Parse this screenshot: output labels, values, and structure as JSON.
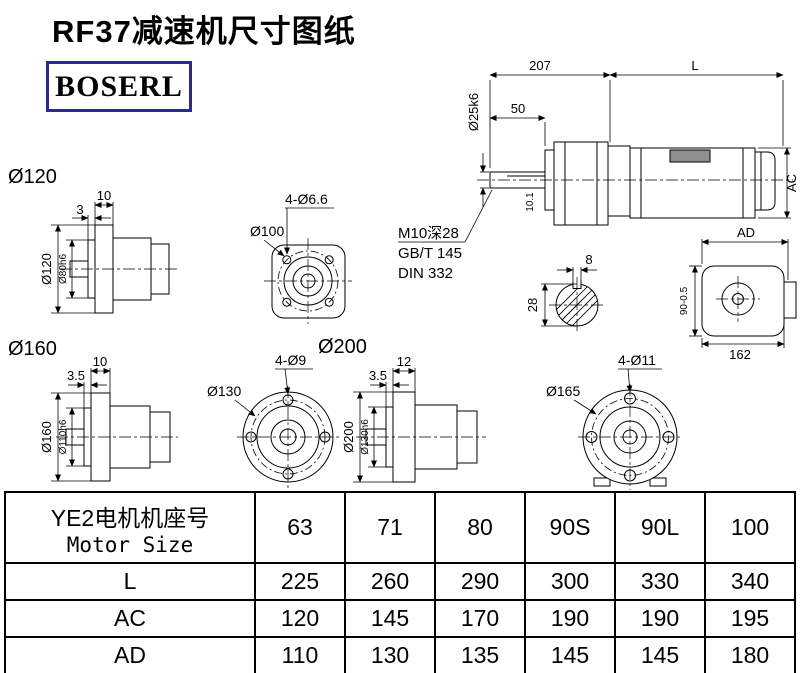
{
  "page": {
    "title": "RF37减速机尺寸图纸",
    "logo_text": "BOSERL",
    "logo_border_color": "#2a2a8c",
    "line_color": "#000000"
  },
  "main_view": {
    "dim_207": "207",
    "dim_L": "L",
    "dim_50": "50",
    "dim_shaft": "Ø25k6",
    "dim_key": "10.1",
    "dim_AC": "AC",
    "note_thread": "M10深28",
    "note_gb": "GB/T 145",
    "note_din": "DIN 332"
  },
  "key_section": {
    "dim_width": "8",
    "dim_diameter": "28"
  },
  "rear_view": {
    "dim_AD": "AD",
    "dim_height": "90-0.5",
    "dim_width": "162"
  },
  "flange120": {
    "label": "Ø120",
    "dim_thickness": "10",
    "dim_step": "3",
    "dim_outer": "Ø120",
    "dim_spigot": "Ø80h6"
  },
  "flange100": {
    "holes": "4-Ø6.6",
    "bolt_circle": "Ø100"
  },
  "flange160": {
    "label": "Ø160",
    "dim_thickness": "10",
    "dim_step": "3.5",
    "dim_outer": "Ø160",
    "dim_spigot": "Ø110h6"
  },
  "flange130": {
    "holes": "4-Ø9",
    "bolt_circle": "Ø130"
  },
  "view200": {
    "label": "Ø200",
    "dim_thickness": "12",
    "dim_step": "3.5",
    "dim_outer": "Ø200",
    "dim_spigot": "Ø130h6"
  },
  "flange165": {
    "holes": "4-Ø11",
    "bolt_circle": "Ø165"
  },
  "table": {
    "header_zh": "YE2电机机座号",
    "header_en": "Motor Size",
    "sizes": [
      "63",
      "71",
      "80",
      "90S",
      "90L",
      "100"
    ],
    "rows": [
      {
        "label": "L",
        "values": [
          "225",
          "260",
          "290",
          "300",
          "330",
          "340"
        ]
      },
      {
        "label": "AC",
        "values": [
          "120",
          "145",
          "170",
          "190",
          "190",
          "195"
        ]
      },
      {
        "label": "AD",
        "values": [
          "110",
          "130",
          "135",
          "145",
          "145",
          "180"
        ]
      }
    ]
  }
}
